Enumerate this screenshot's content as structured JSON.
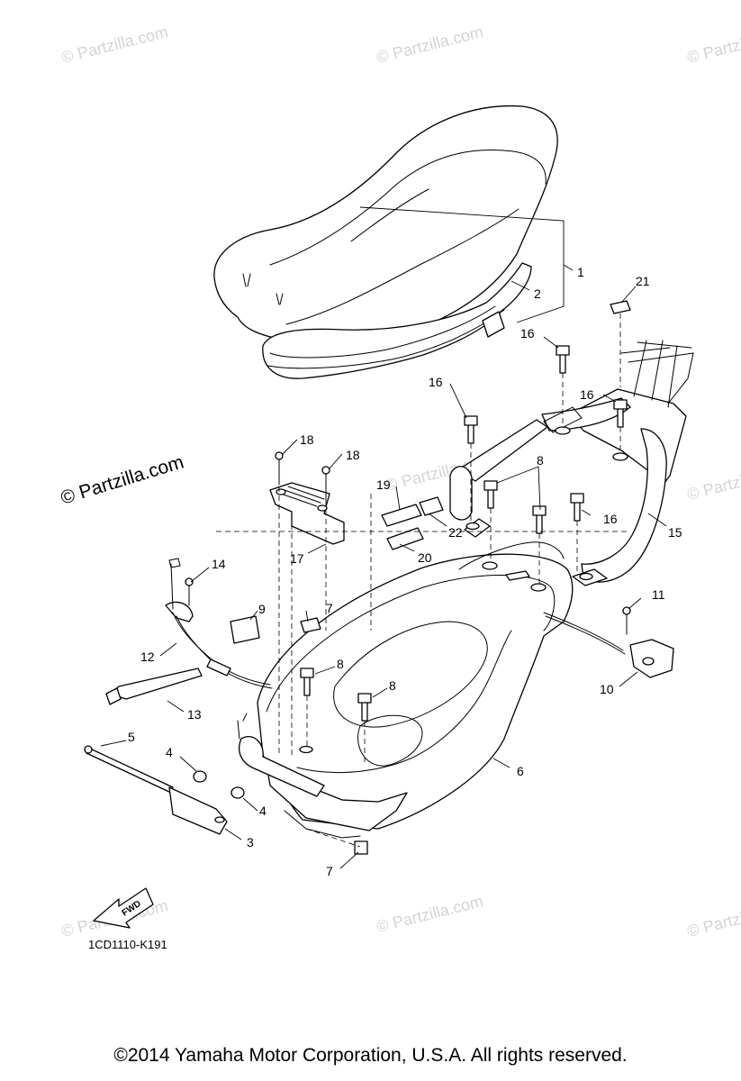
{
  "diagram_code": "1CD1110-K191",
  "fwd_label": "FWD",
  "copyright": "©2014  Yamaha Motor Corporation, U.S.A. All rights reserved.",
  "watermark": "© Partzilla.com",
  "callouts": {
    "c1": "1",
    "c2": "2",
    "c3": "3",
    "c4a": "4",
    "c4b": "4",
    "c5": "5",
    "c6": "6",
    "c7a": "7",
    "c7b": "7",
    "c8a": "8",
    "c8b": "8",
    "c8c": "8",
    "c9": "9",
    "c10": "10",
    "c11": "11",
    "c12": "12",
    "c13": "13",
    "c14": "14",
    "c15": "15",
    "c16a": "16",
    "c16b": "16",
    "c16c": "16",
    "c16d": "16",
    "c17": "17",
    "c18a": "18",
    "c18b": "18",
    "c19": "19",
    "c20": "20",
    "c21": "21",
    "c22": "22"
  }
}
